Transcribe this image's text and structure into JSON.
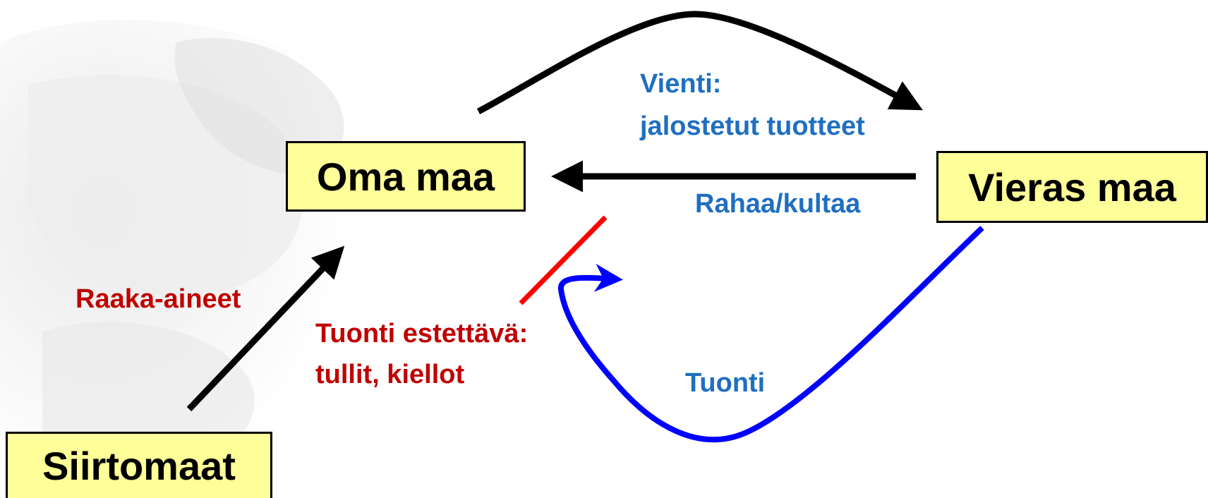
{
  "boxes": {
    "oma_maa": "Oma maa",
    "vieras_maa": "Vieras maa",
    "siirtomaat": "Siirtomaat"
  },
  "labels": {
    "vienti_line1": "Vienti:",
    "vienti_line2": "jalostetut tuotteet",
    "rahaa": "Rahaa/kultaa",
    "raaka_aineet": "Raaka-aineet",
    "tuonti_estettava_line1": "Tuonti estettävä:",
    "tuonti_estettava_line2": "tullit, kiellot",
    "tuonti": "Tuonti"
  },
  "colors": {
    "box_fill": "#ffff99",
    "flow_black": "#000000",
    "label_blue": "#1f6fc1",
    "label_red": "#c00000",
    "import_curve": "#0000ff",
    "barrier": "#ff0000"
  }
}
